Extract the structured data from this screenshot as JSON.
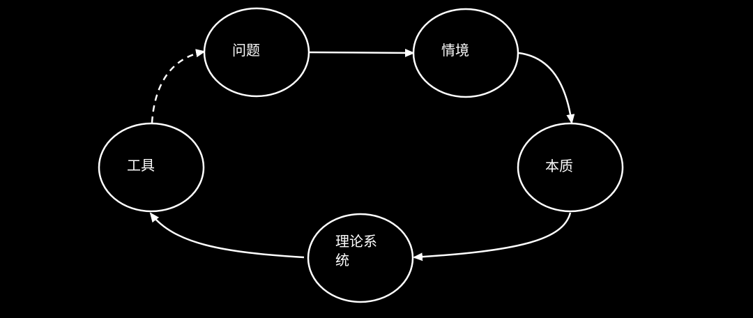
{
  "diagram": {
    "nodes": {
      "problem": {
        "label": "问题"
      },
      "situation": {
        "label": "情境"
      },
      "essence": {
        "label": "本质"
      },
      "theory": {
        "label_line1": "理论系",
        "label_line2": "统"
      },
      "tool": {
        "label": "工具"
      }
    },
    "edges": [
      {
        "from": "问题",
        "to": "情境",
        "style": "solid"
      },
      {
        "from": "情境",
        "to": "本质",
        "style": "solid"
      },
      {
        "from": "本质",
        "to": "理论系统",
        "style": "solid"
      },
      {
        "from": "理论系统",
        "to": "工具",
        "style": "solid"
      },
      {
        "from": "工具",
        "to": "问题",
        "style": "dashed"
      }
    ],
    "colors": {
      "background": "#000000",
      "stroke": "#ffffff",
      "text": "#ffffff"
    }
  }
}
